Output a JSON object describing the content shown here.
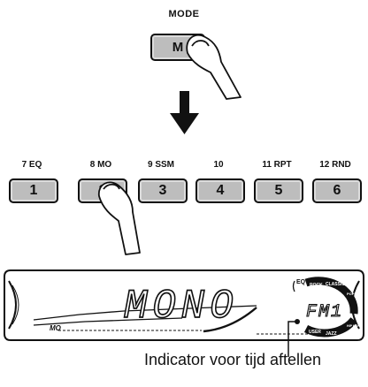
{
  "mode": {
    "label": "MODE",
    "button": "M"
  },
  "number_buttons": [
    {
      "label": "7 EQ",
      "key": "1"
    },
    {
      "label": "8 MO",
      "key": "2"
    },
    {
      "label": "9 SSM",
      "key": "3"
    },
    {
      "label": "10",
      "key": "4"
    },
    {
      "label": "11 RPT",
      "key": "5"
    },
    {
      "label": "12 RND",
      "key": "6"
    }
  ],
  "display": {
    "main_text": "MONO",
    "band_text": "FM1",
    "mo_indicator": "MO",
    "eq_labels": [
      "EQ",
      "ROCK",
      "CLASSIC",
      "POPS",
      "HIP HOP",
      "JAZZ",
      "USER"
    ]
  },
  "caption": "Indicator voor tijd aftellen",
  "icons": [
    "pointing-finger-icon",
    "down-arrow-icon",
    "leader-line"
  ]
}
